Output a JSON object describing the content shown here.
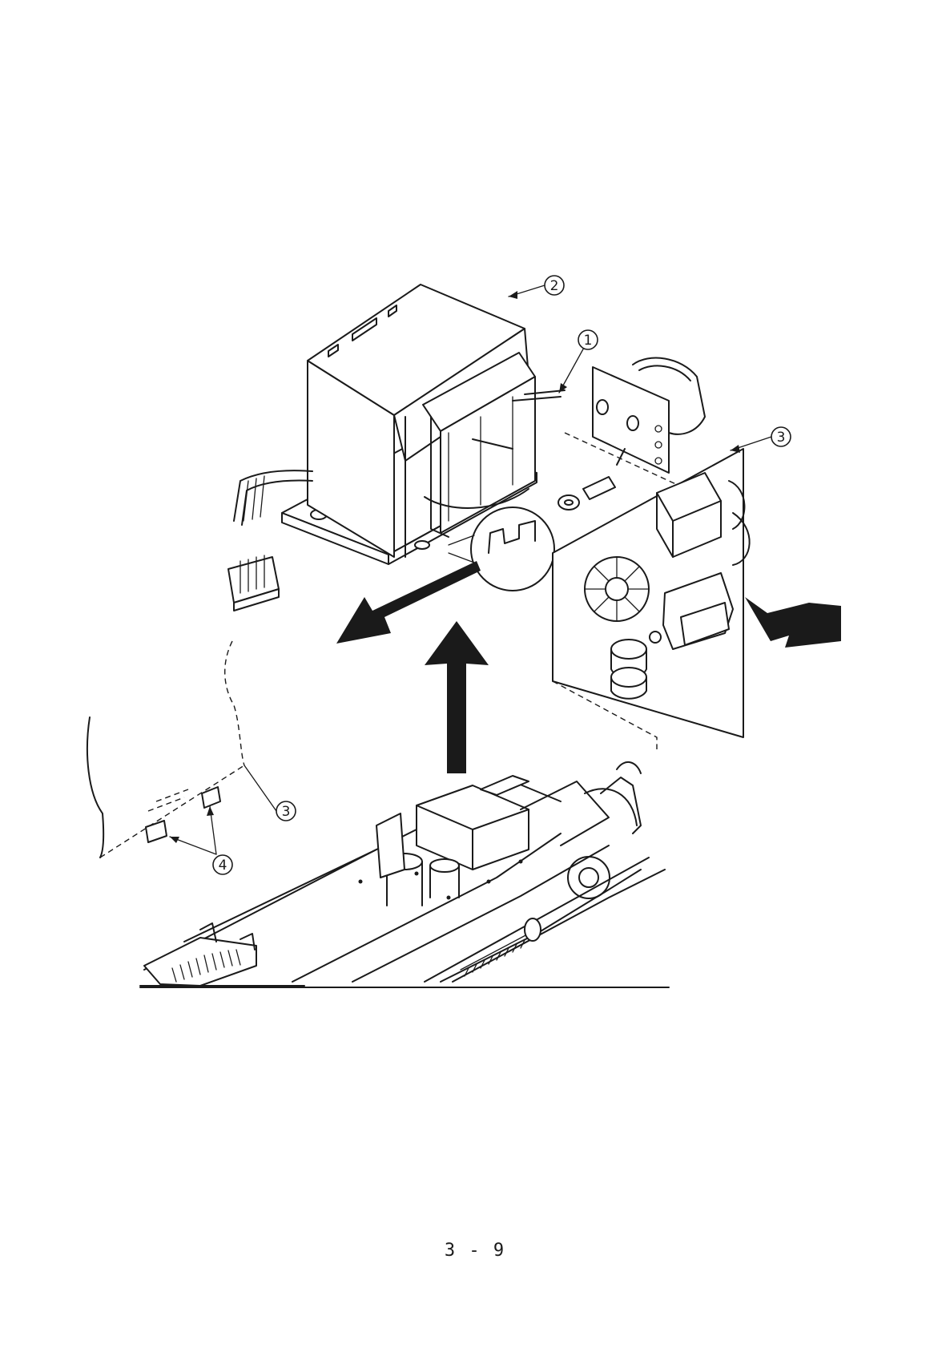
{
  "callouts": {
    "c1": "1",
    "c2": "2",
    "c3_upper": "3",
    "c3_lower": "3",
    "c4": "4"
  },
  "page_number": "3 - 9"
}
